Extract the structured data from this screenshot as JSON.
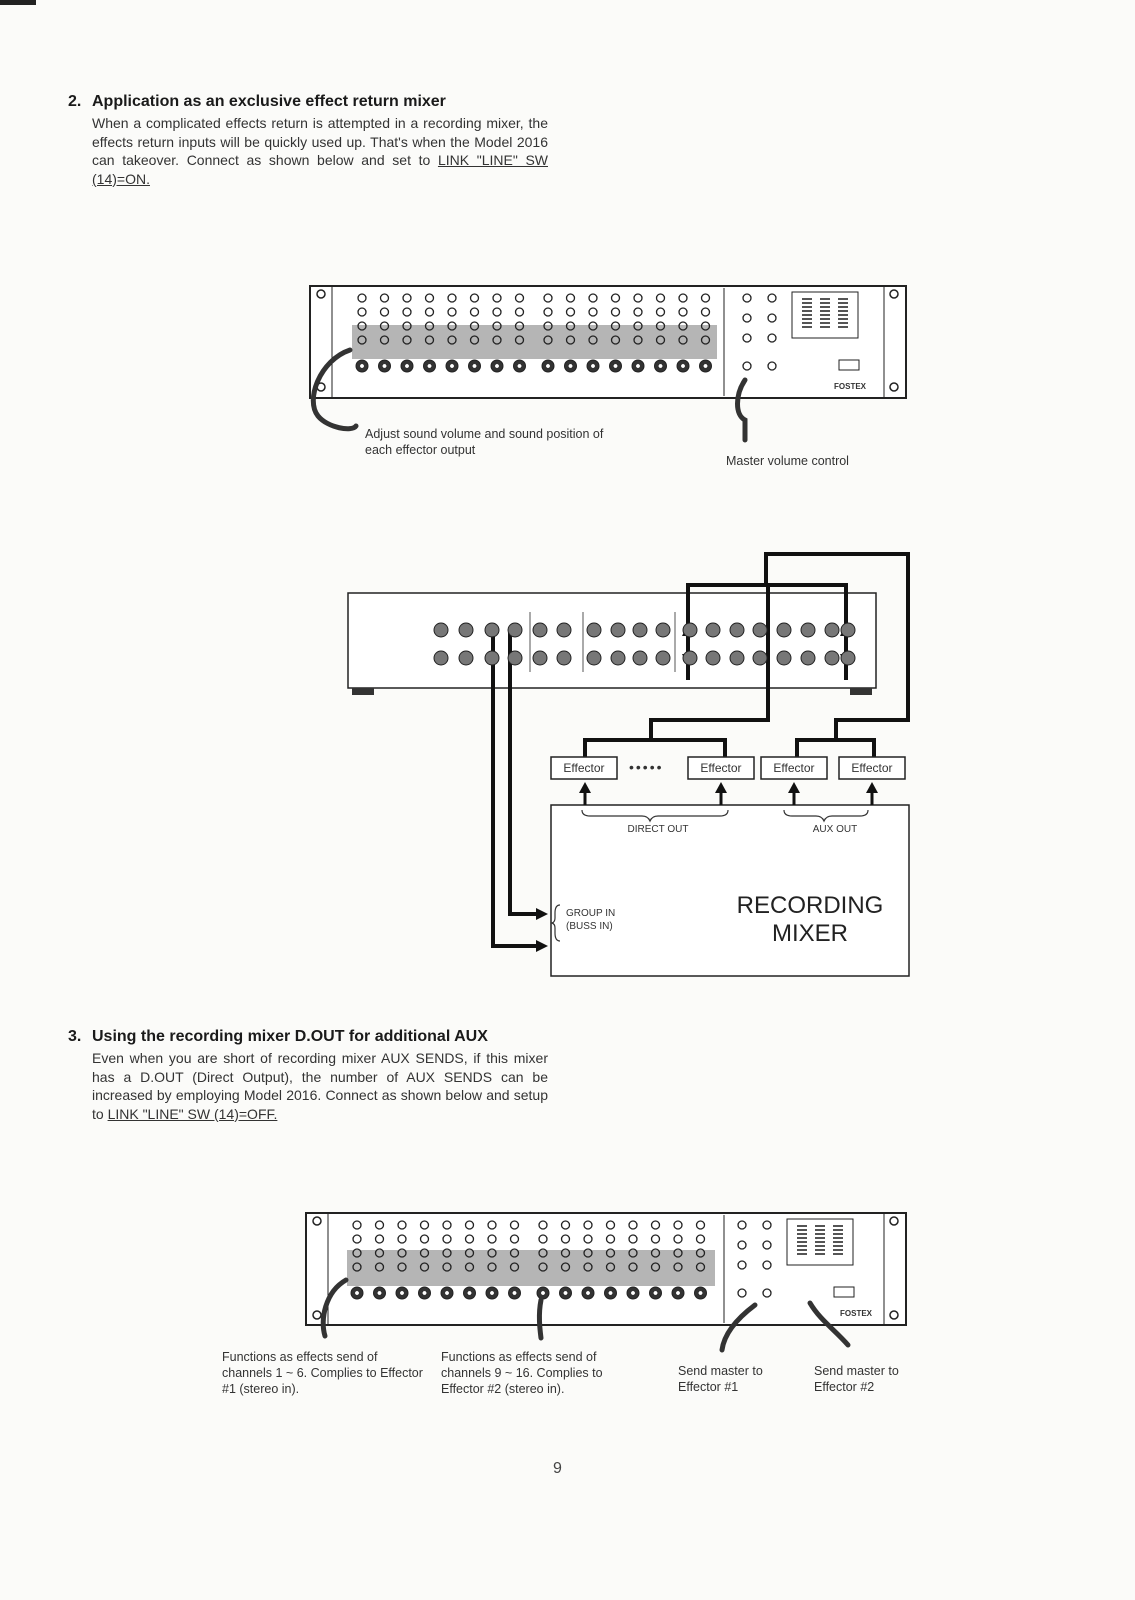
{
  "section2": {
    "number": "2.",
    "title": "Application as an exclusive effect return mixer",
    "body_text": "When a complicated effects return is attempted in a recording mixer, the effects return inputs will be quickly used up. That's when the Model 2016 can takeover. Connect as shown below and set to",
    "link_text": "LINK \"LINE\" SW (14)=ON.",
    "callout_adjust": "Adjust sound volume and sound position of each effector output",
    "callout_master": "Master volume control"
  },
  "wiring": {
    "effector_1": "Effector",
    "effector_2": "Effector",
    "effector_3": "Effector",
    "effector_4": "Effector",
    "direct_out": "DIRECT OUT",
    "aux_out": "AUX OUT",
    "group_in": "GROUP IN",
    "buss_in": "(BUSS IN)",
    "recording": "RECORDING",
    "mixer": "MIXER"
  },
  "section3": {
    "number": "3.",
    "title": "Using the recording mixer D.OUT for additional AUX",
    "body_text": "Even when you are short of recording mixer AUX SENDS, if this mixer has a D.OUT (Direct Output), the number of AUX SENDS can be increased by employing Model 2016. Connect as shown below and setup to",
    "link_text": "LINK \"LINE\" SW (14)=OFF.",
    "callout_ch1_6": "Functions as effects send of channels 1 ~ 6. Complies to Effector #1 (stereo in).",
    "callout_ch9_16": "Functions as effects send of channels 9 ~ 16. Complies to Effector #2 (stereo in).",
    "callout_send1": "Send master to Effector #1",
    "callout_send2": "Send master to Effector #2"
  },
  "brand": "FOSTEX",
  "page_number": "9"
}
